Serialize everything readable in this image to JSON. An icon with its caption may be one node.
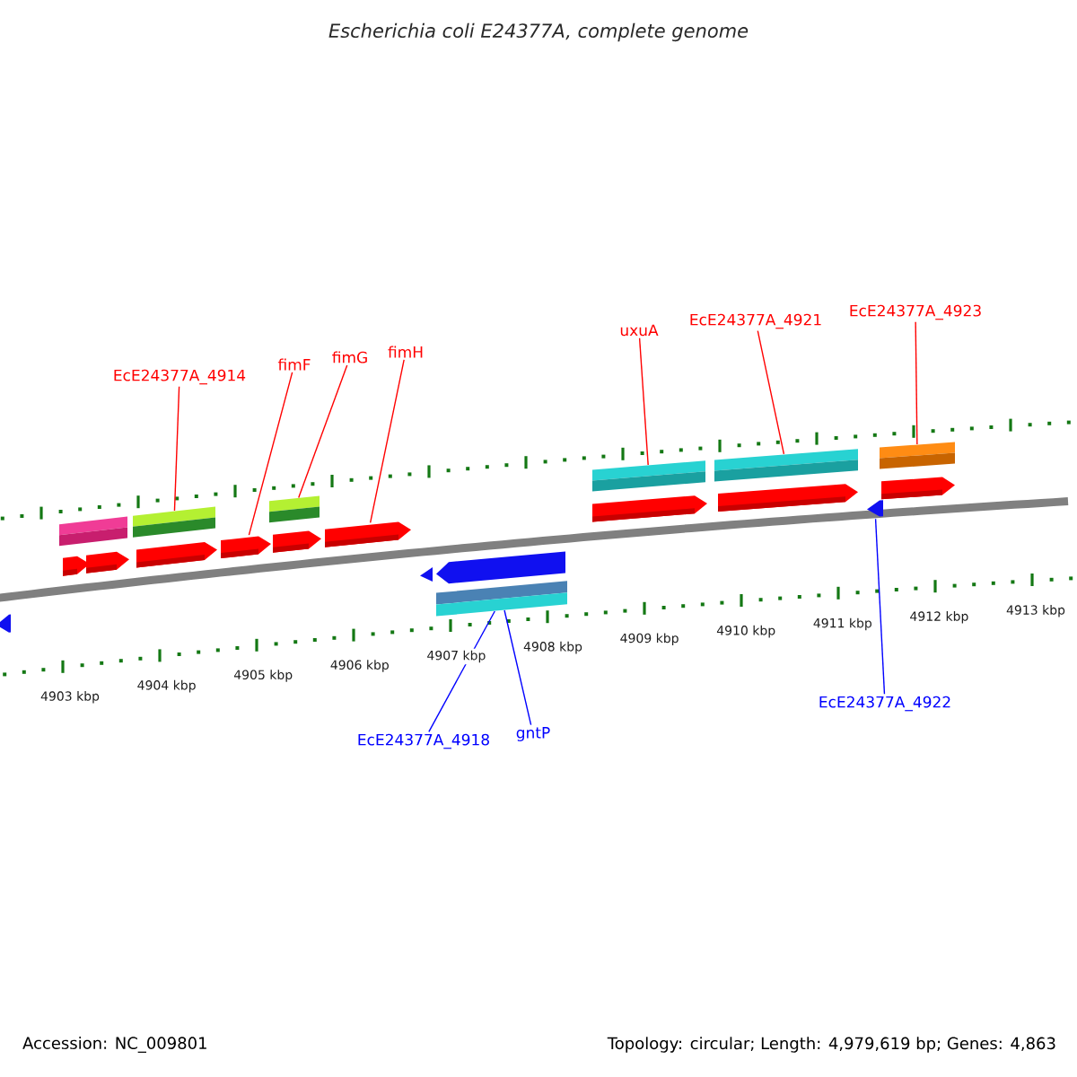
{
  "diagram": {
    "title": "Escherichia coli E24377A, complete genome",
    "nodes": [
      {
        "text": [
          "EcE24377A_4914"
        ]
      },
      {
        "text": [
          "fimF"
        ]
      },
      {
        "text": [
          "fimG"
        ]
      },
      {
        "text": [
          "fimH"
        ]
      },
      {
        "text": [
          "uxuA"
        ]
      },
      {
        "text": [
          "EcE24377A_4921"
        ]
      },
      {
        "text": [
          "EcE24377A_4923"
        ]
      },
      {
        "text": [
          "EcE24377A_4922"
        ]
      },
      {
        "text": [
          "EcE24377A_4918"
        ]
      },
      {
        "text": [
          "gntP"
        ]
      },
      {
        "text": [],
        "shape": "arrow"
      },
      {
        "text": [],
        "shape": "bar"
      },
      {
        "text": [],
        "shape": "arrow"
      },
      {
        "text": [],
        "shape": "arrow"
      },
      {
        "text": [],
        "shape": "bar"
      },
      {
        "text": [],
        "shape": "arrow"
      },
      {
        "text": [],
        "shape": "arrow"
      },
      {
        "text": [],
        "shape": "bar"
      },
      {
        "text": [],
        "shape": "arrow"
      },
      {
        "text": [],
        "shape": "arrow"
      },
      {
        "text": [],
        "shape": "arrow"
      },
      {
        "text": [],
        "shape": "arrow"
      },
      {
        "text": [],
        "shape": "bar"
      },
      {
        "text": [],
        "shape": "bar"
      },
      {
        "text": [],
        "shape": "arrow"
      },
      {
        "text": [],
        "shape": "bar"
      },
      {
        "text": [],
        "shape": "arrow"
      },
      {
        "text": [],
        "shape": "arrow"
      },
      {
        "text": [],
        "shape": "bar"
      },
      {
        "text": [],
        "shape": "arrow"
      }
    ],
    "edges": [
      {
        "from": 0,
        "to": 14,
        "arrow": "none"
      },
      {
        "from": 1,
        "to": 16,
        "arrow": "none"
      },
      {
        "from": 2,
        "to": 17,
        "arrow": "none"
      },
      {
        "from": 3,
        "to": 19,
        "arrow": "none"
      },
      {
        "from": 4,
        "to": 23,
        "arrow": "none"
      },
      {
        "from": 5,
        "to": 25,
        "arrow": "none"
      },
      {
        "from": 6,
        "to": 28,
        "arrow": "none"
      },
      {
        "from": 7,
        "to": 27,
        "arrow": "none",
        "color": "#0000ff"
      },
      {
        "from": 8,
        "to": 22,
        "arrow": "none",
        "color": "#0000ff"
      },
      {
        "from": 9,
        "to": 22,
        "arrow": "none",
        "color": "#0000ff"
      }
    ],
    "labels": [
      "4903 kbp",
      "4904 kbp",
      "4905 kbp",
      "4906 kbp",
      "4907 kbp",
      "4908 kbp",
      "4909 kbp",
      "4910 kbp",
      "4911 kbp",
      "4912 kbp",
      "4913 kbp",
      "Accession: NC_009801",
      "Topology: circular; Length: 4,979,619 bp; Genes: 4,863"
    ]
  }
}
